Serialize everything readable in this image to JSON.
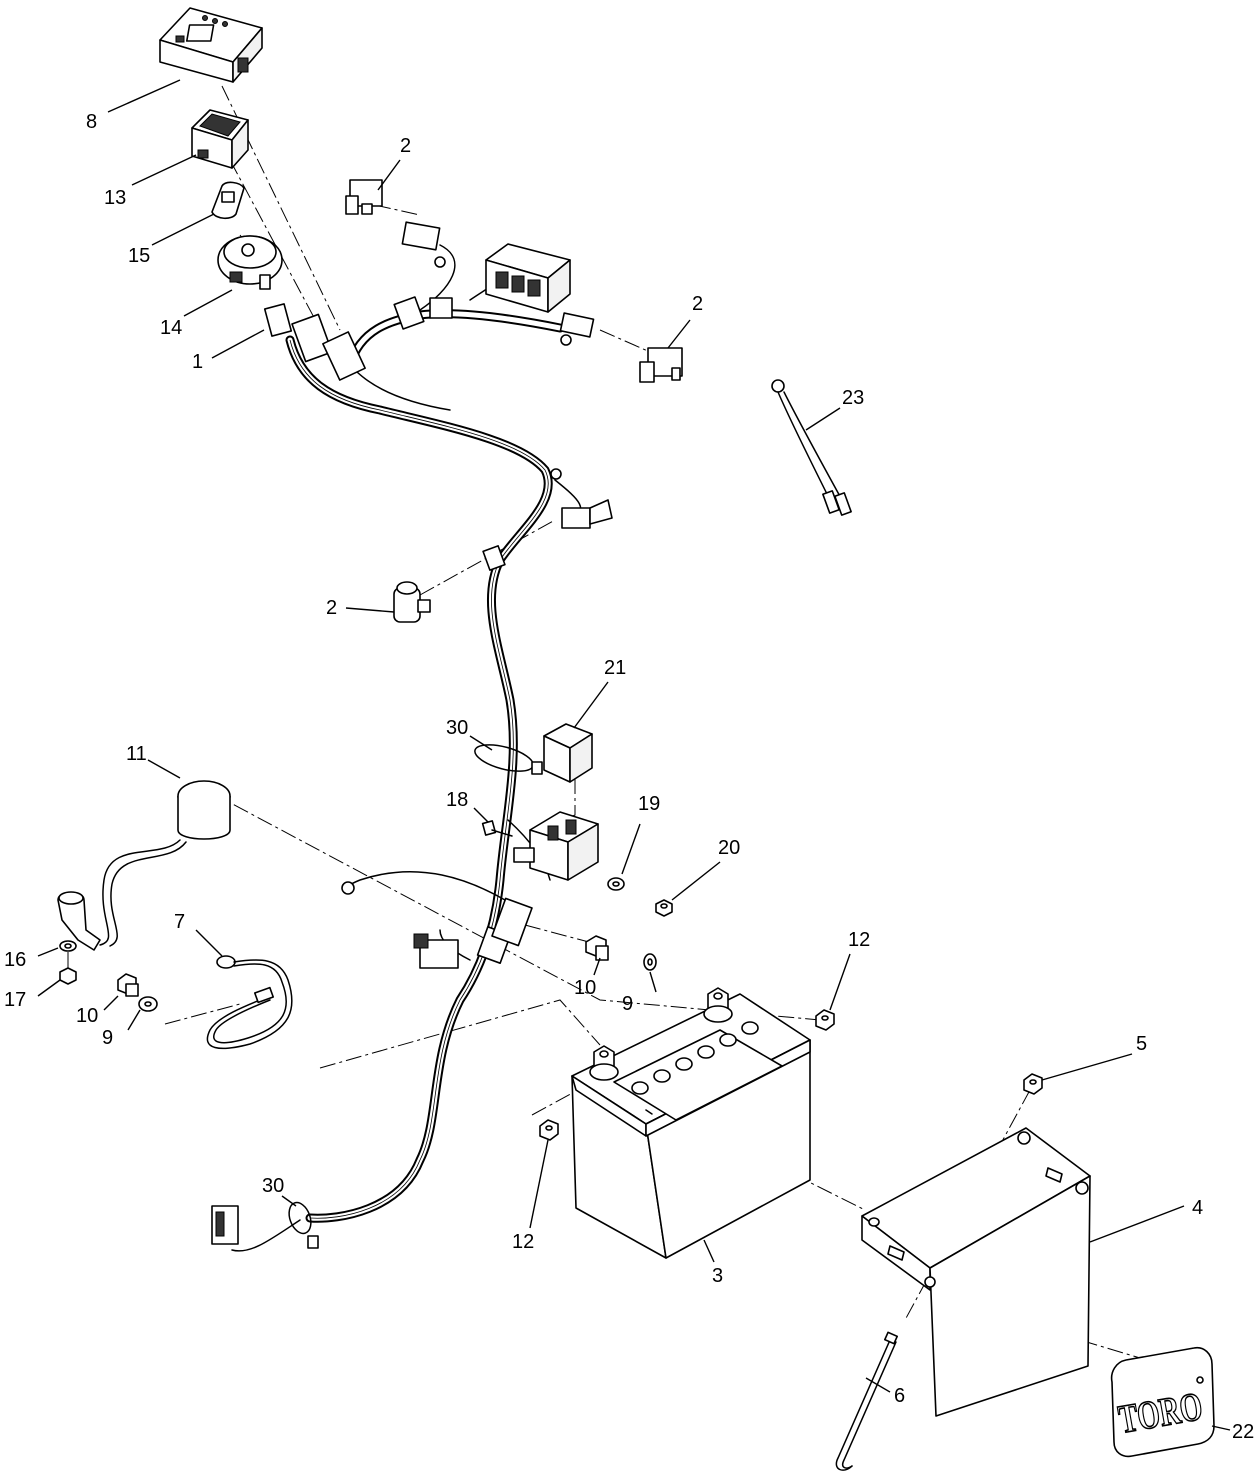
{
  "callouts": {
    "c1": "1",
    "c2a": "2",
    "c2b": "2",
    "c2c": "2",
    "c3": "3",
    "c4": "4",
    "c5": "5",
    "c6": "6",
    "c7": "7",
    "c8": "8",
    "c9a": "9",
    "c9b": "9",
    "c10a": "10",
    "c10b": "10",
    "c11": "11",
    "c12a": "12",
    "c12b": "12",
    "c13": "13",
    "c14": "14",
    "c15": "15",
    "c16": "16",
    "c17": "17",
    "c18": "18",
    "c19": "19",
    "c20": "20",
    "c21": "21",
    "c22": "22",
    "c23": "23",
    "c30a": "30",
    "c30b": "30"
  },
  "logo": {
    "brand": "TORO"
  },
  "colors": {
    "line": "#000000",
    "background": "#ffffff"
  }
}
